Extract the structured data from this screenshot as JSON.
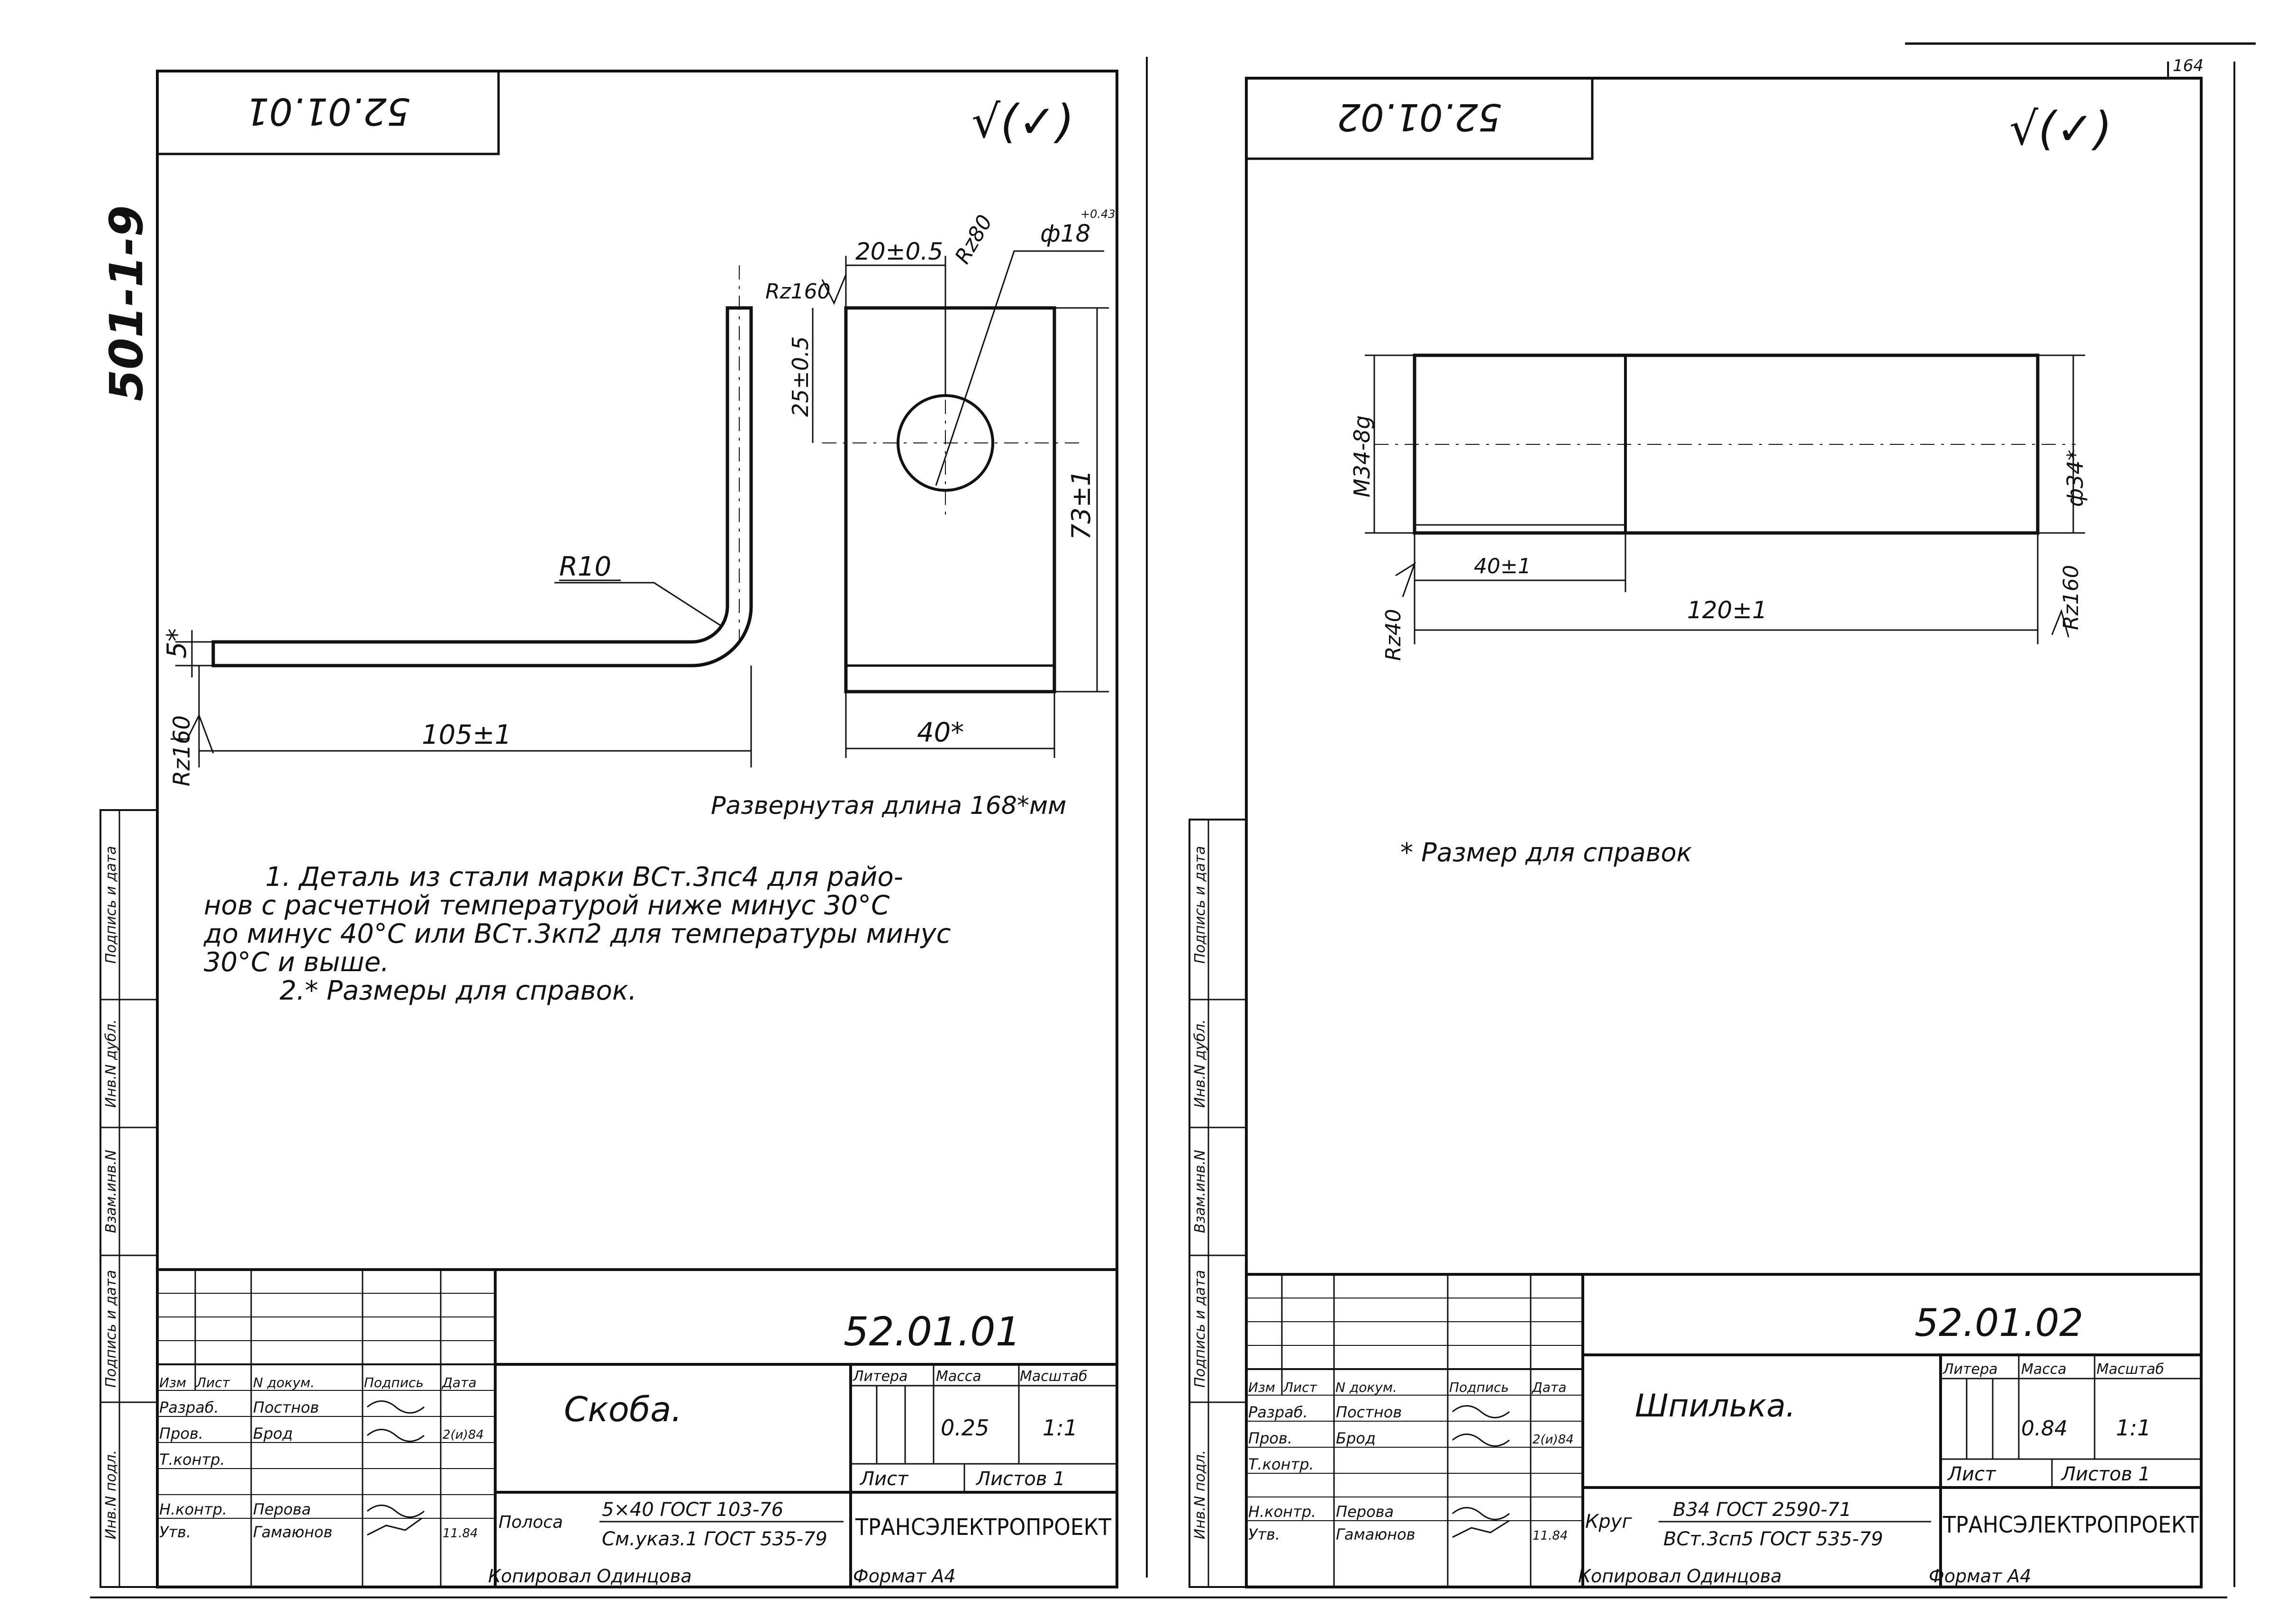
{
  "series_code": "501-1-9",
  "sheet_number": "164",
  "roughness_symbol": "√(✓)",
  "side_stamp": [
    "Инв.N подл.",
    "Подпись и дата",
    "Взам.инв.N",
    "Инв.N дубл.",
    "Подпись и дата"
  ],
  "sheets": [
    {
      "id": "left",
      "code_mirrored": "52.01.01",
      "dims": {
        "hole_offset": "20±0.5",
        "hole_dia": "ф18",
        "hole_dia_tol": "+0.43",
        "ra_hole": "Rz80",
        "ra_top": "Rz160",
        "hole_from_top": "25±0.5",
        "height": "73±1",
        "bend_radius": "R10",
        "thickness": "5*",
        "ra_end": "Rz160",
        "length": "105±1",
        "width": "40*"
      },
      "unrolled_length": "Развернутая длина 168*мм",
      "notes": [
        "1. Деталь из стали марки ВСт.3пс4 для райо-",
        "нов с расчетной температурой ниже минус 30°С",
        "до минус 40°С или ВСт.3кп2 для температуры минус",
        "30°С и выше.",
        "2.* Размеры для справок."
      ],
      "title_block": {
        "designation": "52.01.01",
        "name": "Скоба.",
        "material_prefix": "Полоса",
        "material_top": "5×40 ГОСТ 103-76",
        "material_bottom": "См.указ.1 ГОСТ 535-79",
        "col_headers": [
          "Изм",
          "Лист",
          "N докум.",
          "Подпись",
          "Дата"
        ],
        "roles": [
          "Разраб.",
          "Пров.",
          "Т.контр.",
          "",
          "Н.контр.",
          "Утв."
        ],
        "names": [
          "Постнов",
          "Брод",
          "",
          "",
          "Перова",
          "Гамаюнов"
        ],
        "dates": [
          "",
          "2(и)84",
          "",
          "",
          "",
          "11.84"
        ],
        "litera": "Литера",
        "mass": "Масса",
        "scale": "Масштаб",
        "mass_value": "0.25",
        "scale_value": "1:1",
        "sheet_label": "Лист",
        "sheets_label": "Листов 1",
        "company": "ТРАНСЭЛЕКТРОПРОЕКТ",
        "copied_by": "Копировал Одинцова",
        "format": "Формат А4"
      }
    },
    {
      "id": "right",
      "code_mirrored": "52.01.02",
      "dims": {
        "thread": "М34-8g",
        "diameter": "ф34*",
        "thread_length": "40±1",
        "ra_left": "Rz40",
        "length": "120±1",
        "ra_right": "Rz160"
      },
      "notes": [
        "* Размер для справок"
      ],
      "title_block": {
        "designation": "52.01.02",
        "name": "Шпилька.",
        "material_prefix": "Круг",
        "material_top": "В34 ГОСТ 2590-71",
        "material_bottom": "ВСт.3сп5 ГОСТ 535-79",
        "col_headers": [
          "Изм",
          "Лист",
          "N докум.",
          "Подпись",
          "Дата"
        ],
        "roles": [
          "Разраб.",
          "Пров.",
          "Т.контр.",
          "",
          "Н.контр.",
          "Утв."
        ],
        "names": [
          "Постнов",
          "Брод",
          "",
          "",
          "Перова",
          "Гамаюнов"
        ],
        "dates": [
          "",
          "2(и)84",
          "",
          "",
          "",
          "11.84"
        ],
        "litera": "Литера",
        "mass": "Масса",
        "scale": "Масштаб",
        "mass_value": "0.84",
        "scale_value": "1:1",
        "sheet_label": "Лист",
        "sheets_label": "Листов 1",
        "company": "ТРАНСЭЛЕКТРОПРОЕКТ",
        "copied_by": "Копировал Одинцова",
        "format": "Формат А4"
      }
    }
  ]
}
